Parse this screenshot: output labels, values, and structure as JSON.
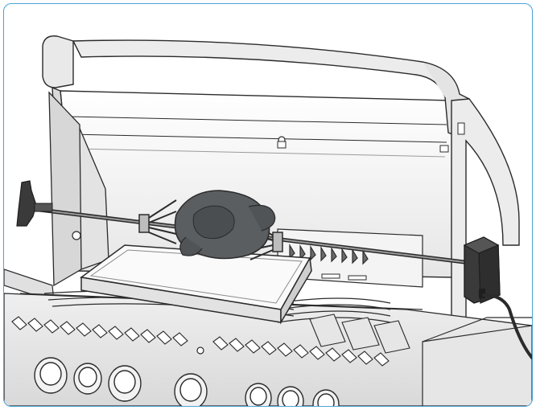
{
  "colors": {
    "frame_border": "#4aa3d8",
    "line": "#2b2b2b",
    "metal_light": "#f2f2f2",
    "metal_mid": "#dcdcdc",
    "metal_dark": "#bdbdbd",
    "chicken": "#5a5e60",
    "chicken_dark": "#3f4345",
    "motor": "#3a3a3a"
  },
  "illustration": {
    "subject": "rotisserie-spit-on-grill",
    "parts": [
      "lid-handle",
      "spit-rod",
      "spit-handle",
      "rotisserie-motor",
      "power-cord",
      "chicken",
      "drip-pan",
      "control-knobs",
      "rear-burner",
      "cooking-grates"
    ]
  }
}
